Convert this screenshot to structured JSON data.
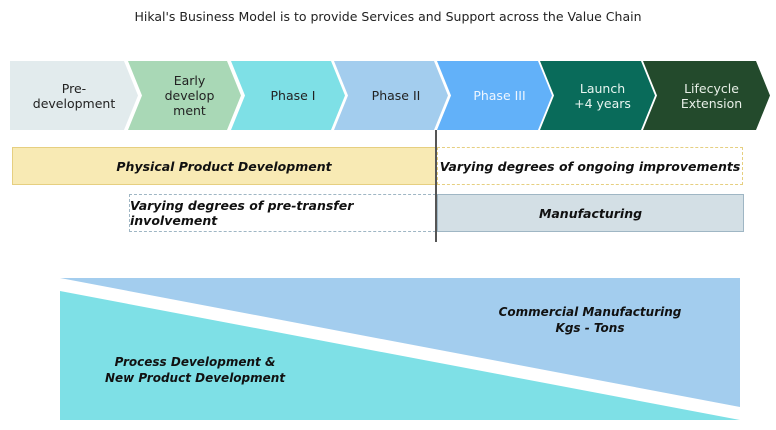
{
  "title": "Hikal's Business Model is to provide Services and Support across the Value Chain",
  "phases": [
    {
      "label": "Pre-\ndevelopment",
      "color": "#e2ebed",
      "text": "#222"
    },
    {
      "label": "Early\ndevelop\nment",
      "color": "#a9d8b6",
      "text": "#222"
    },
    {
      "label": "Phase I",
      "color": "#7ee0e6",
      "text": "#222"
    },
    {
      "label": "Phase II",
      "color": "#a3cdee",
      "text": "#222"
    },
    {
      "label": "Phase III",
      "color": "#62b1f9",
      "text": "#eef6ff"
    },
    {
      "label": "Launch\n+4 years",
      "color": "#096b5a",
      "text": "#e8f5f0"
    },
    {
      "label": "Lifecycle\nExtension",
      "color": "#234a2c",
      "text": "#e8f0e8"
    }
  ],
  "bars": {
    "physical": "Physical Product Development",
    "ongoing": "Varying degrees of ongoing improvements",
    "pretransfer": "Varying degrees of pre-transfer involvement",
    "manufacturing": "Manufacturing"
  },
  "wedge": {
    "commercial_line1": "Commercial Manufacturing",
    "commercial_line2": "Kgs - Tons",
    "process_line1": "Process Development &",
    "process_line2": "New Product Development"
  }
}
